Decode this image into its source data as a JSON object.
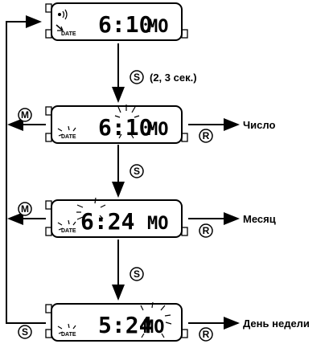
{
  "flow_steps": [
    {
      "id": "step1",
      "time": "6:10",
      "day": "MO",
      "date_label": "DATE"
    },
    {
      "id": "step2",
      "time": "6:10",
      "day": "MO",
      "date_label": "DATE",
      "flashing": "date"
    },
    {
      "id": "step3",
      "time": "6:24",
      "day": "MO",
      "date_label": "DATE",
      "flashing": "month"
    },
    {
      "id": "step4",
      "time": "5:24",
      "day": "MO",
      "date_label": "DATE",
      "flashing": "day"
    }
  ],
  "buttons": {
    "s": "S",
    "m": "M",
    "r": "R"
  },
  "labels": {
    "hold_hint": "(2, 3 сек.)",
    "date": "Число",
    "month": "Месяц",
    "weekday": "День недели"
  },
  "colors": {
    "ink": "#000000",
    "background": "#ffffff"
  }
}
